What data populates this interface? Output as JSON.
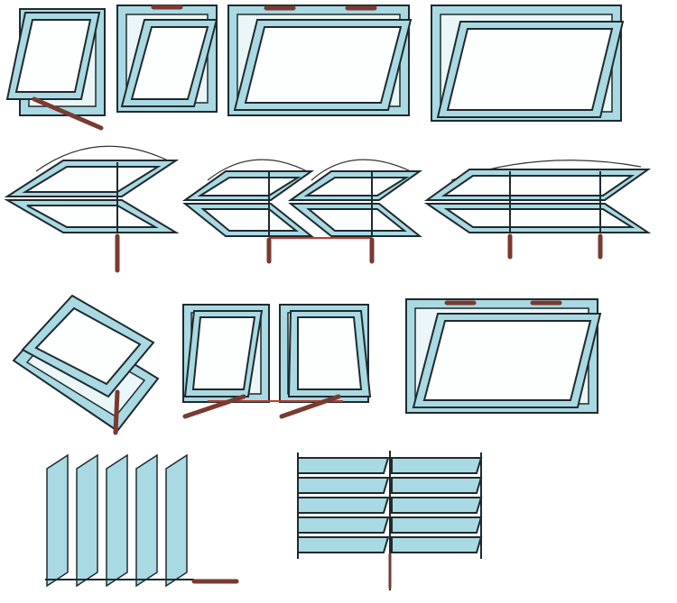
{
  "colors": {
    "frame": "#a9d9e3",
    "outline": "#1f2a2e",
    "handle": "#7a3a30",
    "glass": "#fdfefe"
  },
  "figure": {
    "rows": [
      {
        "type": "top-hung windows",
        "count": 4
      },
      {
        "type": "horizontal pivot windows",
        "count": 3
      },
      {
        "type": "projecting windows",
        "count": 3
      },
      {
        "type": "louvre windows",
        "count": 2
      }
    ]
  }
}
